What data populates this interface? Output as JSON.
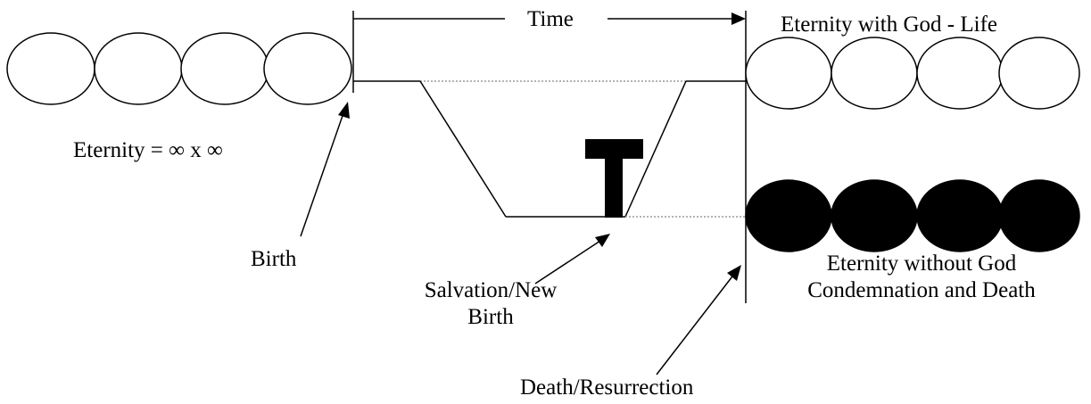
{
  "labels": {
    "time": "Time",
    "eternity_with_god": "Eternity with God - Life",
    "eternity_formula": "Eternity = ∞ x ∞",
    "birth": "Birth",
    "salvation_line1": "Salvation/New",
    "salvation_line2": "Birth",
    "eternity_without_god_line1": "Eternity without God",
    "eternity_without_god_line2": "Condemnation and Death",
    "death_resurrection": "Death/Resurrection"
  },
  "colors": {
    "stroke": "#000000",
    "dotted": "#9a9a9a",
    "fill_dark": "#000000",
    "fill_light": "#ffffff"
  }
}
